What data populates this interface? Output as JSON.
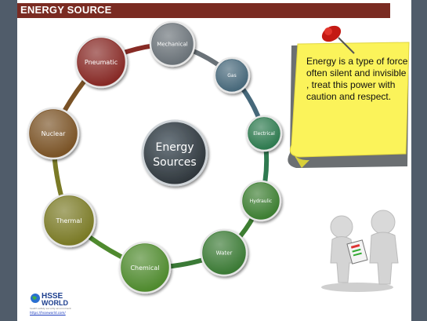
{
  "slide_title": "ENERGY SOURCE",
  "center_label": {
    "line1": "Energy",
    "line2": "Sources"
  },
  "nodes": [
    {
      "label": "Mechanical",
      "color": "#6a7278"
    },
    {
      "label": "Gas",
      "color": "#46687a"
    },
    {
      "label": "Electrical",
      "color": "#2f7a50"
    },
    {
      "label": "Hydraulic",
      "color": "#3d7e32"
    },
    {
      "label": "Water",
      "color": "#3a7a36"
    },
    {
      "label": "Chemical",
      "color": "#4f8a2e"
    },
    {
      "label": "Thermal",
      "color": "#7a7a26"
    },
    {
      "label": "Nuclear",
      "color": "#7a5226"
    },
    {
      "label": "Pneumatic",
      "color": "#872b25"
    }
  ],
  "note": {
    "text": "Energy is a type of force often silent and invisible , treat this power with caution and respect."
  },
  "logo": {
    "line1": "HSSE",
    "line2": "WORLD",
    "tagline": "health safety security environment",
    "url": "https://hsseworld.com/"
  }
}
